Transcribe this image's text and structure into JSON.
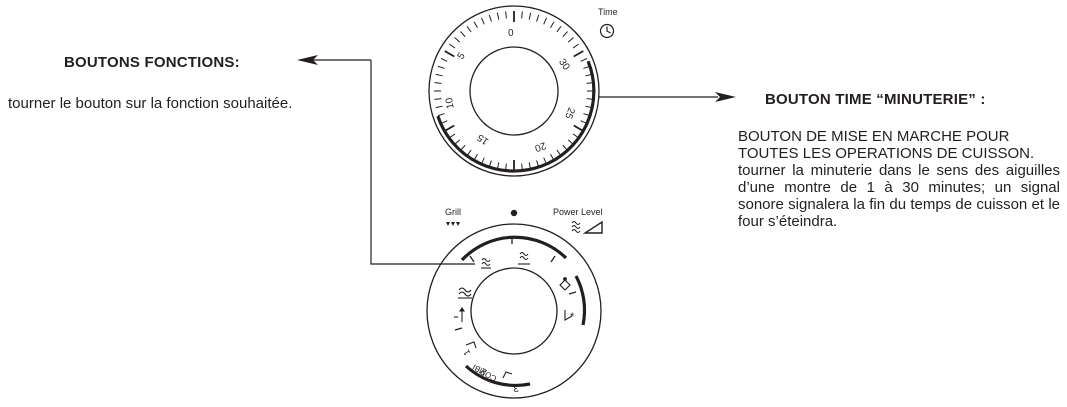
{
  "left_callout": {
    "heading": "BOUTONS FONCTIONS:",
    "body": "tourner le bouton sur la fonction souhaitée."
  },
  "right_callout": {
    "heading": "BOUTON TIME “MINUTERIE” :",
    "caps": "BOUTON DE MISE EN MARCHE POUR TOUTES LES OPERATIONS DE CUISSON.",
    "body": "tourner la minuterie dans le sens des aiguilles d’une montre de 1 à 30 minutes; un signal sonore signalera la fin du temps de cuisson et le four s’éteindra."
  },
  "timer_dial": {
    "label": "Time",
    "icon": "clock-icon",
    "numbers": [
      "0",
      "5",
      "10",
      "15",
      "20",
      "25",
      "30"
    ]
  },
  "function_dial": {
    "label_left": "Grill",
    "label_right": "Power Level",
    "combi_label": "COMBI",
    "combi_numbers": [
      "1",
      "2",
      "3"
    ],
    "icons": [
      "grill-icon",
      "dot-icon",
      "power-level-icon",
      "microwave-wave-icon",
      "grill-wave-icon",
      "combi-icon",
      "jet-defrost-icon",
      "steam-icon",
      "defrost-icon"
    ]
  },
  "colors": {
    "ink": "#231f20",
    "background": "#ffffff"
  }
}
